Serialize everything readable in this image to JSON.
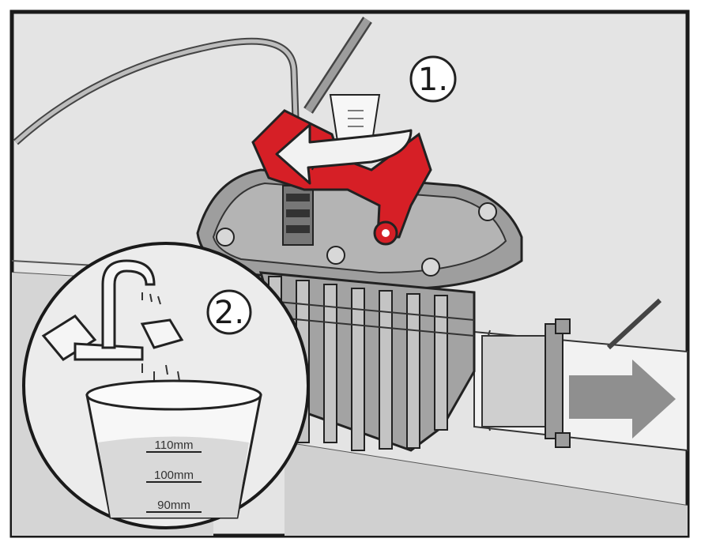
{
  "steps": {
    "step1": "1.",
    "step2": "2."
  },
  "cup_scale": {
    "mark_top": "110mm",
    "mark_mid": "100mm",
    "mark_bottom": "90mm"
  },
  "colors": {
    "accent_red": "#d61f26",
    "frame": "#1a1a1a",
    "background_gray": "#e4e4e4",
    "tank_gray": "#a8a8a8",
    "arrow_gray": "#8f8f8f"
  },
  "icons": {
    "rotate": "curved-arrow-icon",
    "flow": "flow-direction-arrow-icon",
    "tap": "water-tap-icon",
    "cup": "measuring-cup-icon"
  }
}
